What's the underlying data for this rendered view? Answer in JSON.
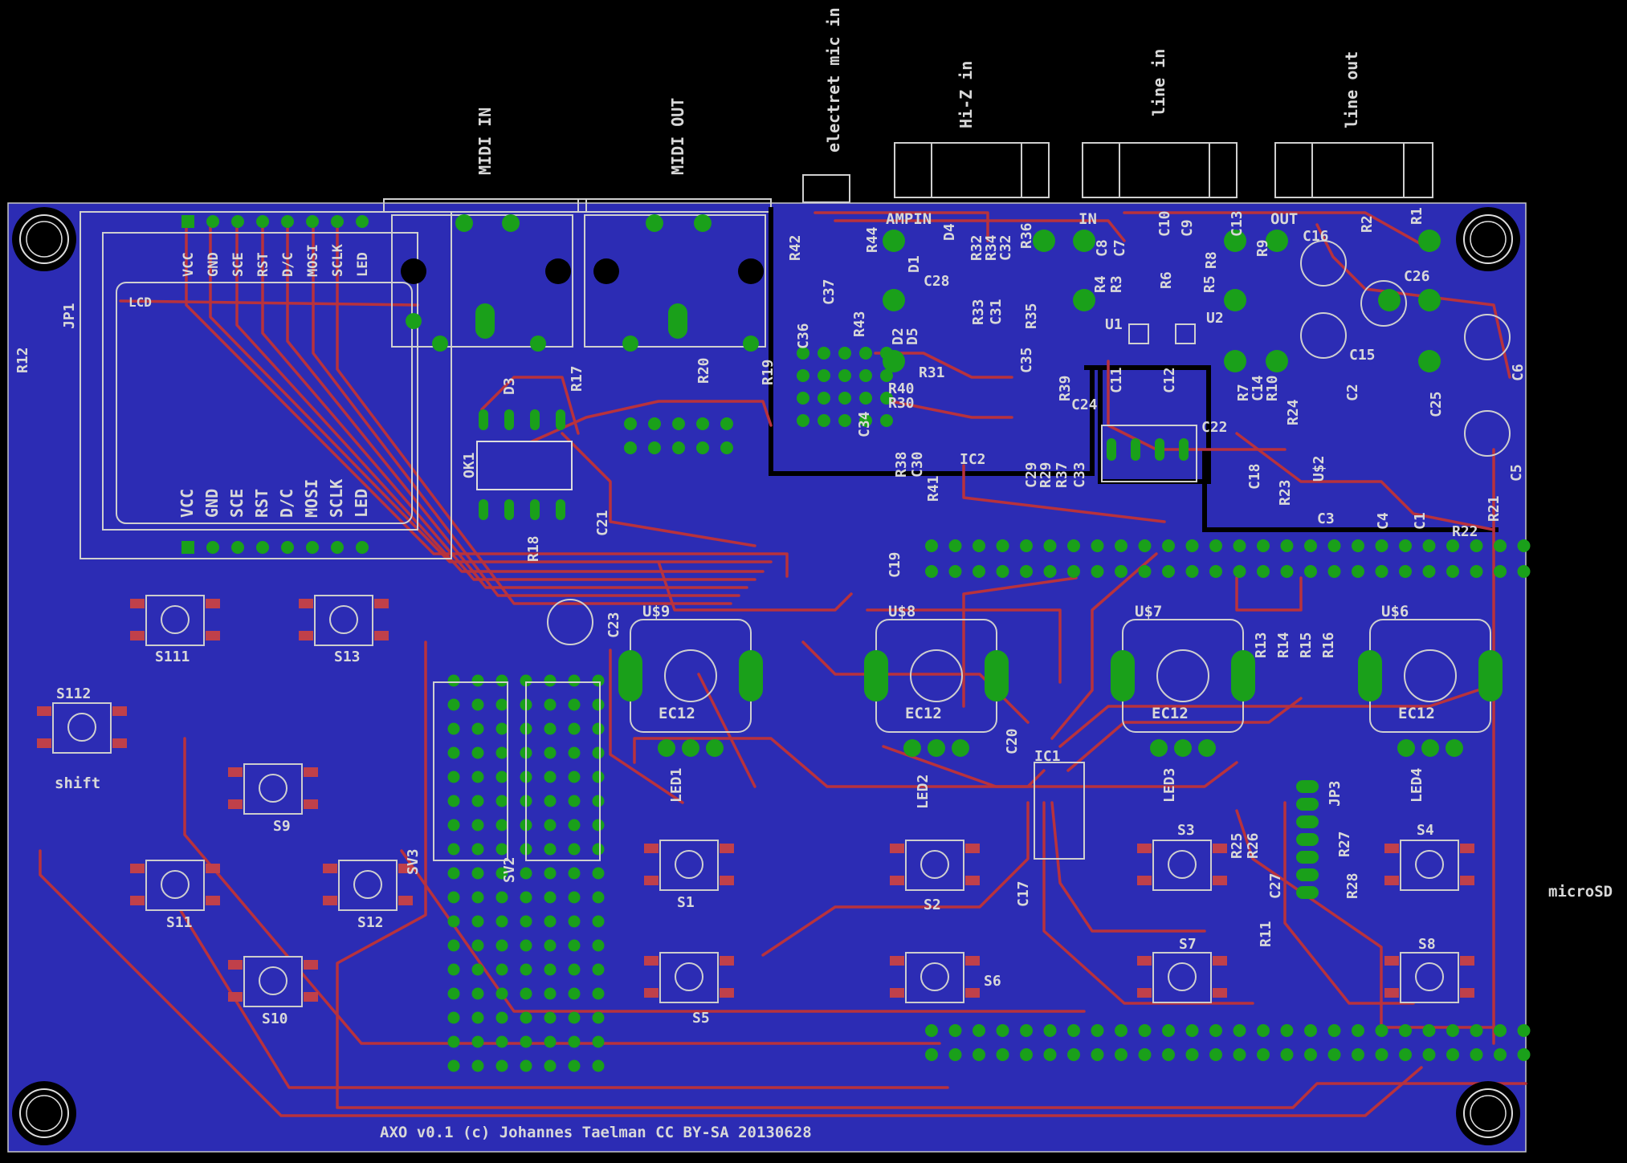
{
  "board": {
    "credit": "AXO v0.1 (c) Johannes Taelman CC BY-SA 20130628",
    "colors": {
      "background": "#000000",
      "copper": "#2c2cb4",
      "trace": "#b8323d",
      "pad": "#1aa01a",
      "silk": "#d8d8d8"
    }
  },
  "connectors": {
    "midi_in": "MIDI IN",
    "midi_out": "MIDI OUT",
    "mic": "electret mic in",
    "hiz": "Hi-Z in",
    "line_in": "line in",
    "line_out": "line out",
    "microsd": "microSD"
  },
  "lcd": {
    "name": "LCD",
    "pins": [
      "VCC",
      "GND",
      "SCE",
      "RST",
      "D/C",
      "MOSI",
      "SCLK",
      "LED"
    ]
  },
  "labels": {
    "ampin": "AMPIN",
    "in": "IN",
    "out": "OUT",
    "shift": "shift",
    "jp1": "JP1",
    "jp3": "JP3",
    "ok1": "OK1",
    "ic1": "IC1",
    "ic2": "IC2",
    "u1": "U1",
    "u2": "U2",
    "us2": "U$2",
    "sv2": "SV2",
    "sv3": "SV3"
  },
  "encoders": [
    {
      "name": "U$9",
      "part": "EC12"
    },
    {
      "name": "U$8",
      "part": "EC12"
    },
    {
      "name": "U$7",
      "part": "EC12"
    },
    {
      "name": "U$6",
      "part": "EC12"
    }
  ],
  "leds": [
    "LED1",
    "LED2",
    "LED3",
    "LED4"
  ],
  "switches": {
    "s111": "S111",
    "s13": "S13",
    "s112": "S112",
    "s9": "S9",
    "s11": "S11",
    "s12": "S12",
    "s10": "S10",
    "s1": "S1",
    "s2": "S2",
    "s3": "S3",
    "s4": "S4",
    "s5": "S5",
    "s6": "S6",
    "s7": "S7",
    "s8": "S8"
  },
  "parts": [
    "R12",
    "R42",
    "R44",
    "C37",
    "R43",
    "C36",
    "C34",
    "D4",
    "R32",
    "R34",
    "C32",
    "R36",
    "D1",
    "C28",
    "D2",
    "D5",
    "R33",
    "C31",
    "R35",
    "R31",
    "C35",
    "R40",
    "R30",
    "R39",
    "R38",
    "C30",
    "R41",
    "C29",
    "R29",
    "R37",
    "C33",
    "C8",
    "C7",
    "C10",
    "C9",
    "C13",
    "R4",
    "R3",
    "R6",
    "R8",
    "R5",
    "R9",
    "C16",
    "R2",
    "R1",
    "C26",
    "C15",
    "C11",
    "C12",
    "C24",
    "C22",
    "R7",
    "C14",
    "R10",
    "C2",
    "C25",
    "C6",
    "R24",
    "C18",
    "R23",
    "C3",
    "C4",
    "C1",
    "R21",
    "C5",
    "R22",
    "C19",
    "D3",
    "R17",
    "R20",
    "R19",
    "R18",
    "C21",
    "C23",
    "R13",
    "R14",
    "R15",
    "R16",
    "C20",
    "C17",
    "R25",
    "R26",
    "R27",
    "R28",
    "C27",
    "R11"
  ]
}
